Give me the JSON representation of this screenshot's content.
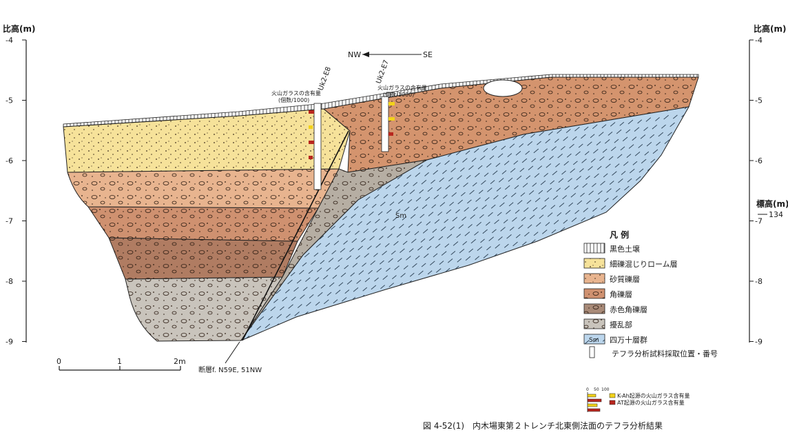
{
  "left_axis": {
    "title": "比高(m)",
    "ticks": [
      "-4",
      "-5",
      "-6",
      "-7",
      "-8",
      "-9"
    ]
  },
  "right_axis": {
    "title": "比高(m)",
    "ticks": [
      "-4",
      "-5",
      "-6",
      "-7",
      "-8",
      "-9"
    ],
    "elevation_title": "標高(m)",
    "elevation_value": "134"
  },
  "orientation": {
    "left": "NW",
    "right": "SE"
  },
  "sampling_columns": [
    {
      "id": "Uk2-E8",
      "label_line1": "火山ガラスの含有量",
      "label_line2": "(個数/1000)"
    },
    {
      "id": "Uk2-E7",
      "label_line1": "火山ガラスの含有量",
      "label_line2": "(個数/1000)"
    }
  ],
  "unit_label": "Sm",
  "legend": {
    "title": "凡 例",
    "items": [
      {
        "label": "黒色土壌",
        "color": "#ffffff",
        "pattern": "soil"
      },
      {
        "label": "細礫混じりローム層",
        "color": "#f6e29a",
        "pattern": "dots"
      },
      {
        "label": "砂質礫層",
        "color": "#e8b48f",
        "pattern": "dots"
      },
      {
        "label": "角礫層",
        "color": "#cf9170",
        "pattern": "gravel"
      },
      {
        "label": "赤色角礫層",
        "color": "#a88a78",
        "pattern": "gravel"
      },
      {
        "label": "擾乱部",
        "color": "#c9c4bc",
        "pattern": "gravel"
      },
      {
        "label": "四万十層群",
        "color": "#bcd6ec",
        "pattern": "sm"
      }
    ],
    "sampling_note": "テフラ分析試料採取位置・番号"
  },
  "tephra_legend": {
    "scale": [
      "0",
      "50",
      "100"
    ],
    "items": [
      {
        "label": "K-Ah起源の火山ガラス含有量",
        "color": "#f2d21a"
      },
      {
        "label": "AT起源の火山ガラス含有量",
        "color": "#b8261e"
      }
    ]
  },
  "scale_bar": {
    "labels": [
      "0",
      "1",
      "2m"
    ]
  },
  "fault_label": "断層f. N59E, 51NW",
  "caption": "図 4-52(1)　内木場東第２トレンチ北東側法面のテフラ分析結果"
}
